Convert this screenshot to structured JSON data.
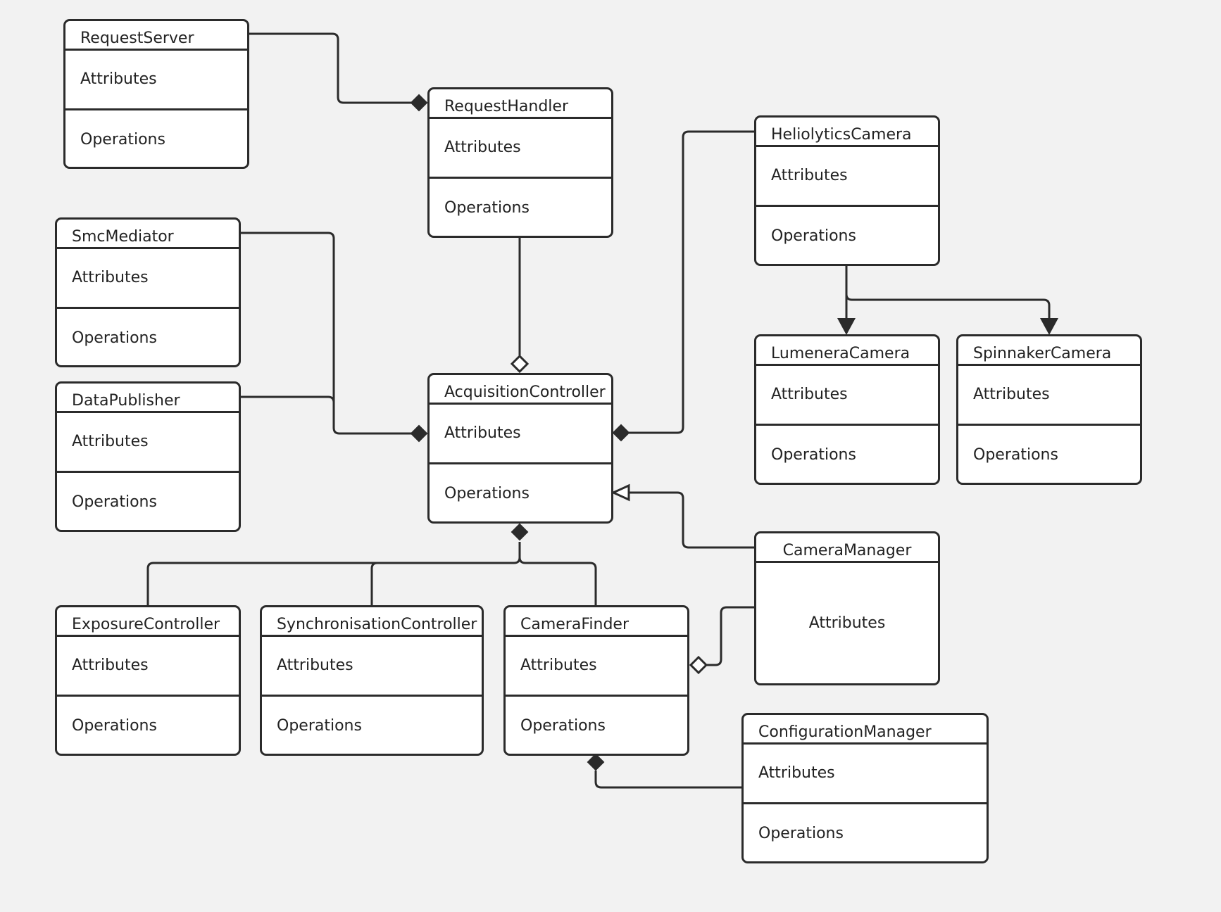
{
  "diagram": {
    "classes": [
      {
        "id": "request-server",
        "name": "RequestServer",
        "attributes": "Attributes",
        "operations": "Operations"
      },
      {
        "id": "request-handler",
        "name": "RequestHandler",
        "attributes": "Attributes",
        "operations": "Operations"
      },
      {
        "id": "heliolytics-camera",
        "name": "HeliolyticsCamera",
        "attributes": "Attributes",
        "operations": "Operations"
      },
      {
        "id": "smc-mediator",
        "name": "SmcMediator",
        "attributes": "Attributes",
        "operations": "Operations"
      },
      {
        "id": "data-publisher",
        "name": "DataPublisher",
        "attributes": "Attributes",
        "operations": "Operations"
      },
      {
        "id": "acquisition-controller",
        "name": "AcquisitionController",
        "attributes": "Attributes",
        "operations": "Operations"
      },
      {
        "id": "lumenera-camera",
        "name": "LumeneraCamera",
        "attributes": "Attributes",
        "operations": "Operations"
      },
      {
        "id": "spinnaker-camera",
        "name": "SpinnakerCamera",
        "attributes": "Attributes",
        "operations": "Operations"
      },
      {
        "id": "camera-manager",
        "name": "CameraManager",
        "attributes": "Attributes"
      },
      {
        "id": "exposure-controller",
        "name": "ExposureController",
        "attributes": "Attributes",
        "operations": "Operations"
      },
      {
        "id": "synchronisation-controller",
        "name": "SynchronisationController",
        "attributes": "Attributes",
        "operations": "Operations"
      },
      {
        "id": "camera-finder",
        "name": "CameraFinder",
        "attributes": "Attributes",
        "operations": "Operations"
      },
      {
        "id": "configuration-manager",
        "name": "ConfigurationManager",
        "attributes": "Attributes",
        "operations": "Operations"
      }
    ],
    "relations": [
      {
        "from": "RequestServer",
        "to": "RequestHandler",
        "type": "composition"
      },
      {
        "from": "RequestHandler",
        "to": "AcquisitionController",
        "type": "aggregation"
      },
      {
        "from": "SmcMediator",
        "to": "AcquisitionController",
        "type": "composition"
      },
      {
        "from": "DataPublisher",
        "to": "AcquisitionController",
        "type": "composition"
      },
      {
        "from": "HeliolyticsCamera",
        "to": "AcquisitionController",
        "type": "composition"
      },
      {
        "from": "HeliolyticsCamera",
        "to": "LumeneraCamera",
        "type": "directed"
      },
      {
        "from": "HeliolyticsCamera",
        "to": "SpinnakerCamera",
        "type": "directed"
      },
      {
        "from": "CameraManager",
        "to": "AcquisitionController",
        "type": "generalization"
      },
      {
        "from": "ExposureController",
        "to": "AcquisitionController",
        "type": "composition"
      },
      {
        "from": "SynchronisationController",
        "to": "AcquisitionController",
        "type": "composition"
      },
      {
        "from": "CameraFinder",
        "to": "AcquisitionController",
        "type": "composition"
      },
      {
        "from": "CameraManager",
        "to": "CameraFinder",
        "type": "aggregation"
      },
      {
        "from": "ConfigurationManager",
        "to": "CameraFinder",
        "type": "composition"
      }
    ],
    "colors": {
      "background": "#f2f2f2",
      "box": "#ffffff",
      "line": "#2b2b2b"
    }
  }
}
